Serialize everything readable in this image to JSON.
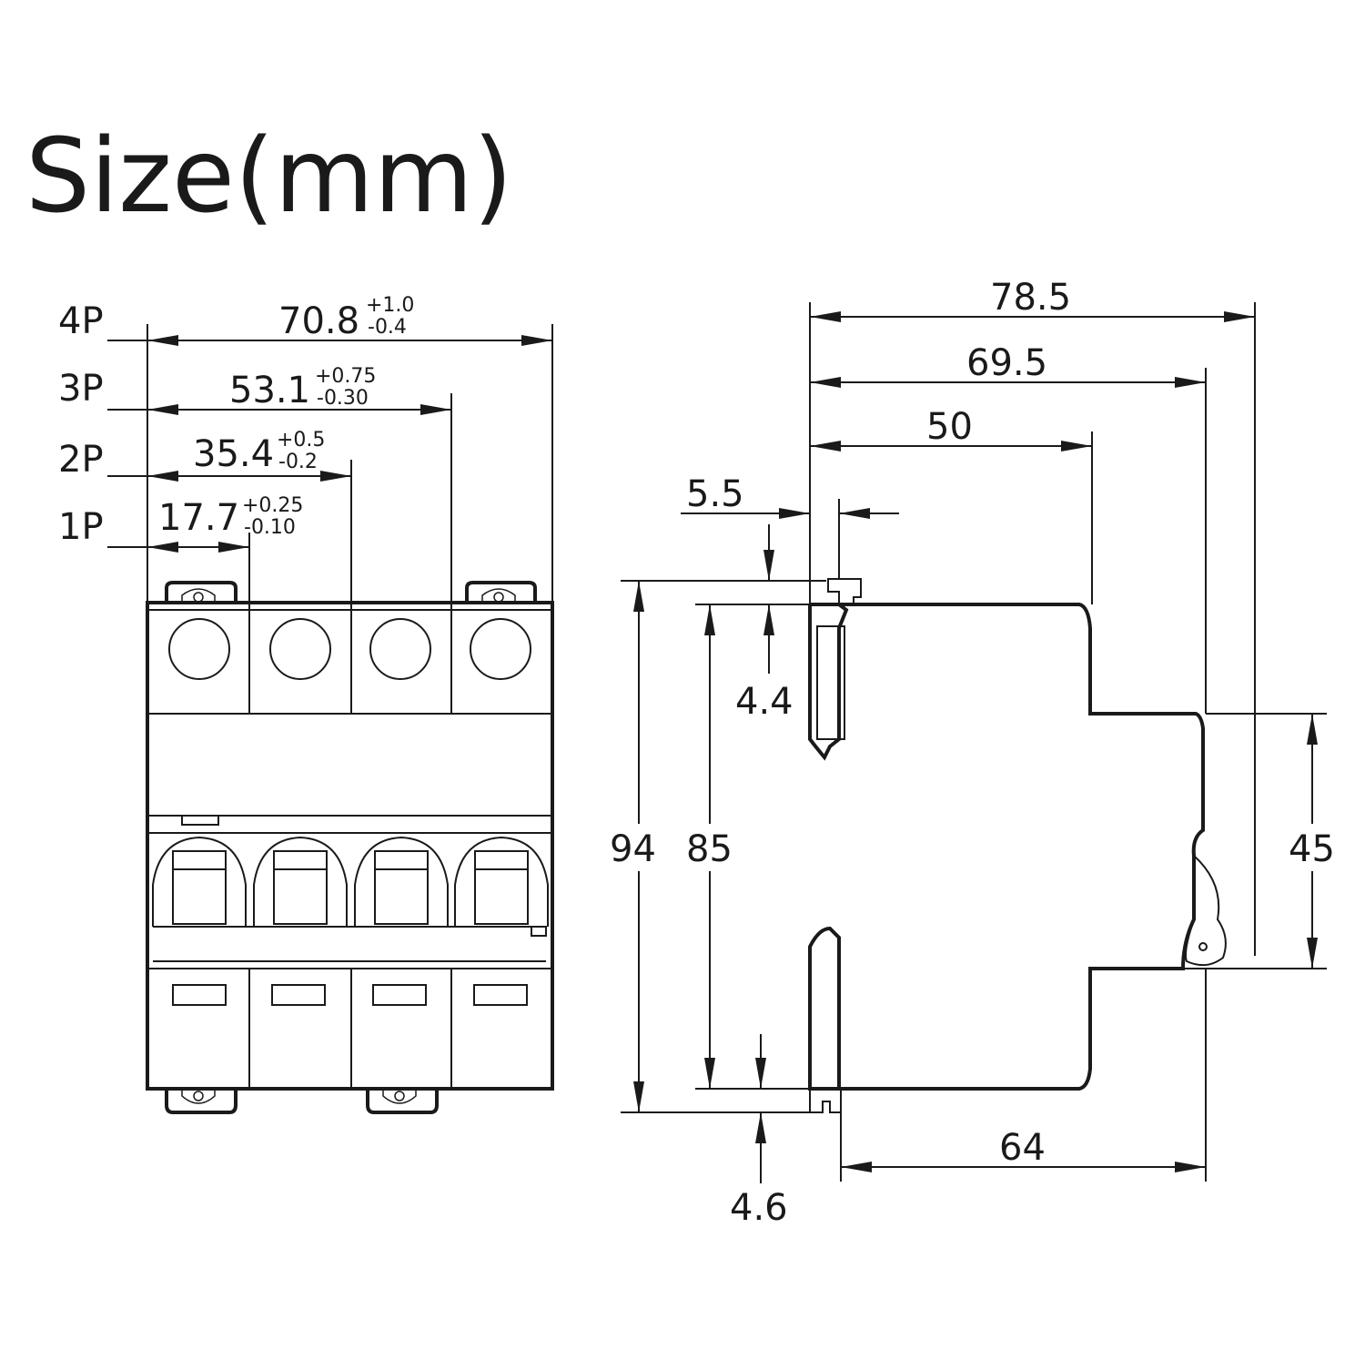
{
  "title": "Size(mm)",
  "front_view": {
    "poles": [
      {
        "label": "4P",
        "value": "70.8",
        "tol_plus": "+1.0",
        "tol_minus": "-0.4"
      },
      {
        "label": "3P",
        "value": "53.1",
        "tol_plus": "+0.75",
        "tol_minus": "-0.30"
      },
      {
        "label": "2P",
        "value": "35.4",
        "tol_plus": "+0.5",
        "tol_minus": "-0.2"
      },
      {
        "label": "1P",
        "value": "17.7",
        "tol_plus": "+0.25",
        "tol_minus": "-0.10"
      }
    ]
  },
  "side_view": {
    "depth_total": "78.5",
    "depth_mid": "69.5",
    "depth_front": "50",
    "rail_offset": "5.5",
    "top_gap": "4.4",
    "height_total": "94",
    "height_body": "85",
    "front_height": "45",
    "depth_from_rail": "64",
    "bottom_gap": "4.6"
  }
}
